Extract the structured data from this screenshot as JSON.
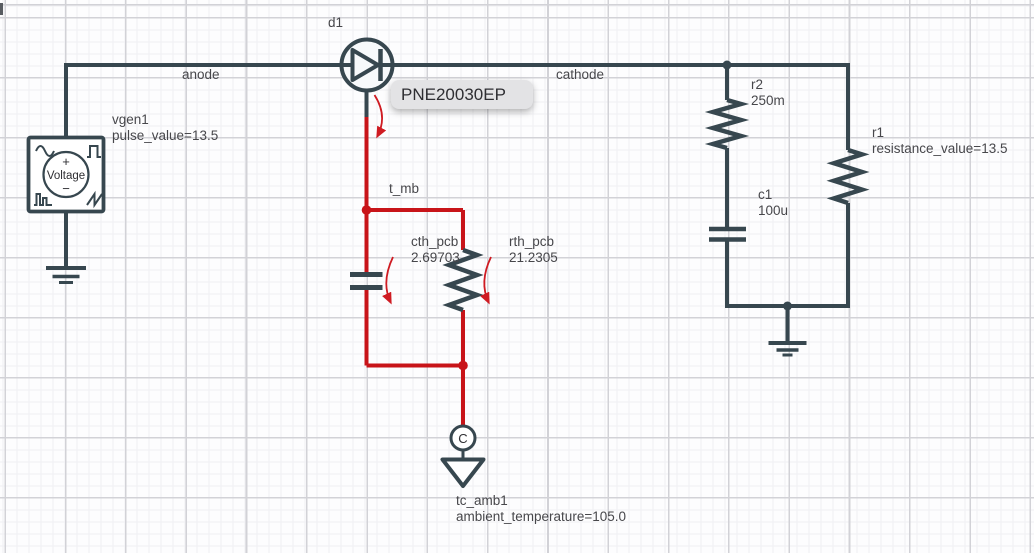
{
  "schematic": {
    "colors": {
      "component": "#37474f",
      "thermal_net": "#c81419",
      "label_text": "#47474b",
      "tooltip_bg": "#e3e3e5",
      "grid_major": "#d2d2d7",
      "grid_minor": "#f0f0f3"
    },
    "tooltip": {
      "text": "PNE20030EP"
    },
    "nets": {
      "anode": "anode",
      "cathode": "cathode",
      "t_mb": "t_mb"
    },
    "components": {
      "d1": {
        "ref": "d1"
      },
      "vgen1": {
        "ref": "vgen1",
        "param": "pulse_value=13.5",
        "body": "Voltage",
        "plus": "+",
        "minus": "−"
      },
      "r2": {
        "ref": "r2",
        "value": "250m"
      },
      "c1": {
        "ref": "c1",
        "value": "100u"
      },
      "r1": {
        "ref": "r1",
        "param": "resistance_value=13.5"
      },
      "cth_pcb": {
        "ref": "cth_pcb",
        "value": "2.69703"
      },
      "rth_pcb": {
        "ref": "rth_pcb",
        "value": "21.2305"
      },
      "tc_amb1": {
        "ref": "tc_amb1",
        "param": "ambient_temperature=105.0",
        "body": "C"
      }
    }
  }
}
